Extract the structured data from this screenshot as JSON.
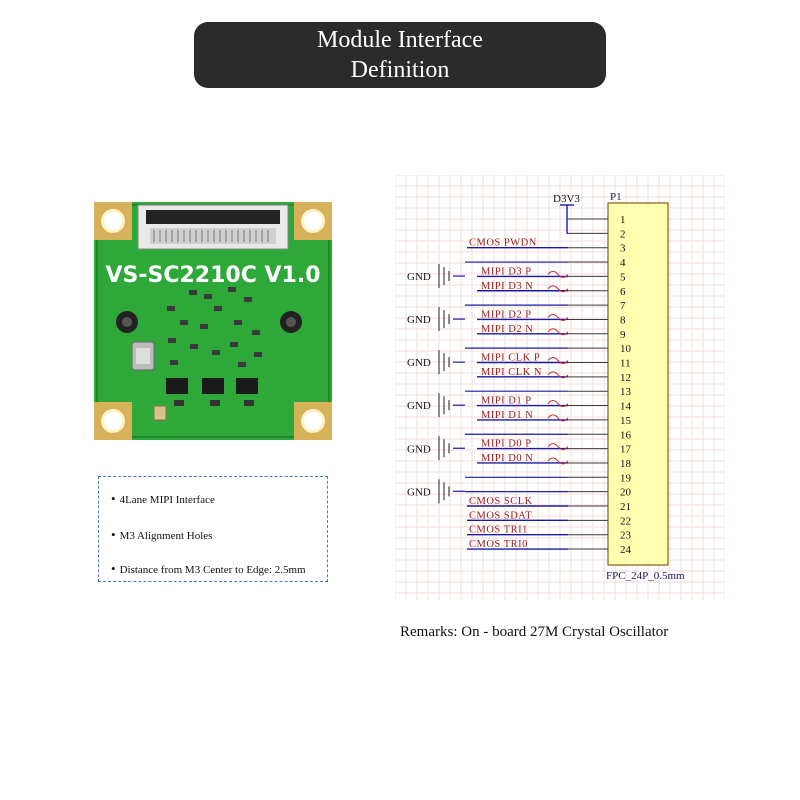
{
  "title": {
    "line1": "Module Interface",
    "line2": "Definition"
  },
  "board": {
    "label": "VS-SC2210C V1.0"
  },
  "notes": [
    "4Lane MIPI Interface",
    "M3 Alignment Holes",
    "Distance from M3 Center to Edge: 2.5mm"
  ],
  "schematic": {
    "power_label": "D3V3",
    "connector_ref": "P1",
    "connector_part": "FPC_24P_0.5mm",
    "gnd_label": "GND",
    "pins": [
      "1",
      "2",
      "3",
      "4",
      "5",
      "6",
      "7",
      "8",
      "9",
      "10",
      "11",
      "12",
      "13",
      "14",
      "15",
      "16",
      "17",
      "18",
      "19",
      "20",
      "21",
      "22",
      "23",
      "24"
    ],
    "signals": [
      {
        "pin": "3",
        "name": "CMOS_PWDN"
      },
      {
        "pin": "5",
        "name": "MIPI_D3_P"
      },
      {
        "pin": "6",
        "name": "MIPI_D3_N"
      },
      {
        "pin": "8",
        "name": "MIPI_D2_P"
      },
      {
        "pin": "9",
        "name": "MIPI_D2_N"
      },
      {
        "pin": "11",
        "name": "MIPI_CLK_P"
      },
      {
        "pin": "12",
        "name": "MIPI_CLK_N"
      },
      {
        "pin": "14",
        "name": "MIPI_D1_P"
      },
      {
        "pin": "15",
        "name": "MIPI_D1_N"
      },
      {
        "pin": "17",
        "name": "MIPI_D0_P"
      },
      {
        "pin": "18",
        "name": "MIPI_D0_N"
      },
      {
        "pin": "21",
        "name": "CMOS_SCLK"
      },
      {
        "pin": "22",
        "name": "CMOS_SDAT"
      },
      {
        "pin": "23",
        "name": "CMOS_TRI1"
      },
      {
        "pin": "24",
        "name": "CMOS_TRI0"
      }
    ],
    "gnd_pins": [
      "4",
      "7",
      "10",
      "13",
      "16",
      "19",
      "20"
    ]
  },
  "remark": "Remarks: On - board 27M Crystal Oscillator",
  "colors": {
    "title_bg": "#2b2b2b",
    "board_green": "#2fa83a",
    "connector_fill": "#ffffb0",
    "net_blue": "#1a1aa0",
    "signal_red": "#9b1b1b",
    "grid": "#f3dede"
  }
}
